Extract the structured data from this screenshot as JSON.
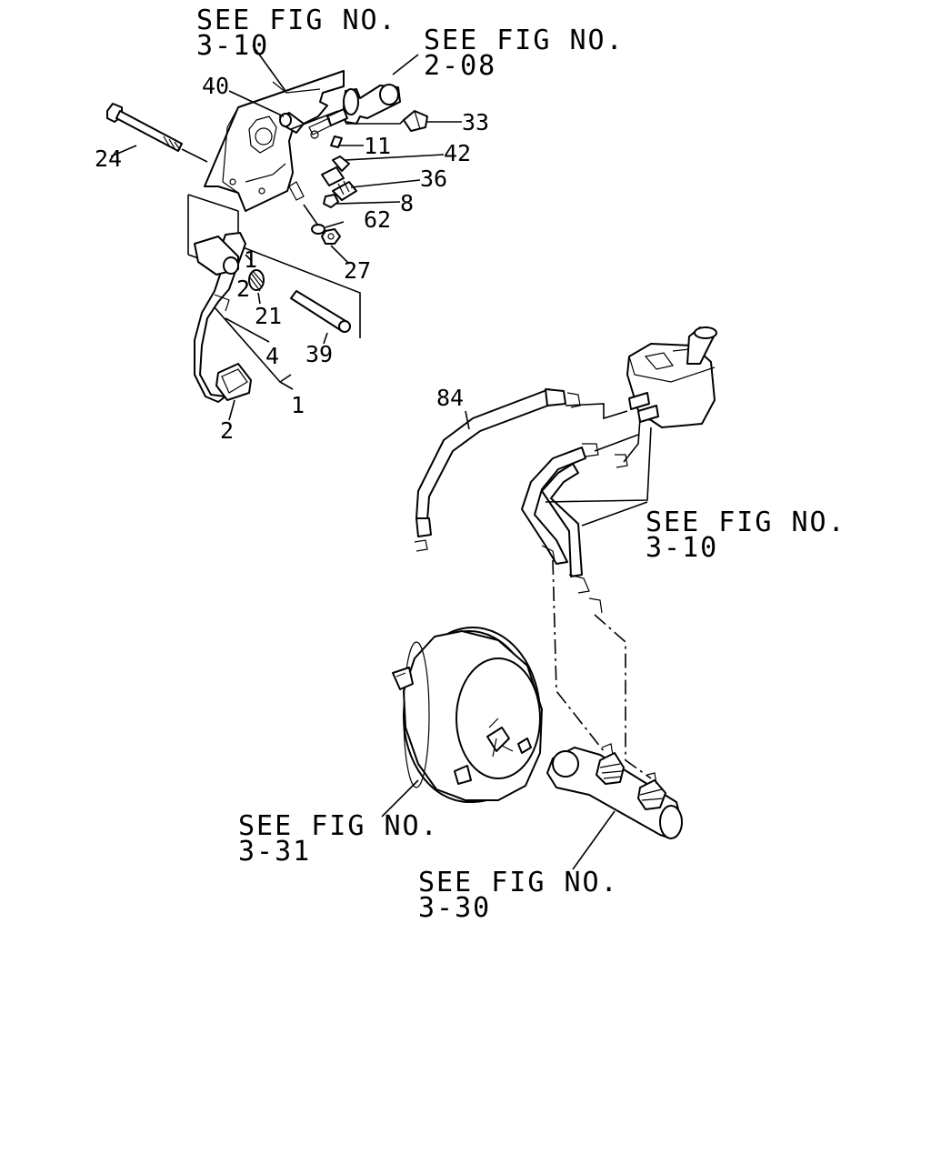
{
  "part_labels": {
    "p40": "40",
    "p33": "33",
    "p11": "11",
    "p42": "42",
    "p36": "36",
    "p8": "8",
    "p62": "62",
    "p27": "27",
    "p24": "24",
    "p1a": "1",
    "p2a": "2",
    "p21": "21",
    "p4": "4",
    "p39": "39",
    "p1b": "1",
    "p2b": "2",
    "p84": "84"
  },
  "references": {
    "fig_3_10_top": [
      "SEE FIG NO.",
      "3-10"
    ],
    "fig_2_08": [
      "SEE FIG NO.",
      "2-08"
    ],
    "fig_3_10_right": [
      "SEE FIG NO.",
      "3-10"
    ],
    "fig_3_31": [
      "SEE FIG NO.",
      "3-31"
    ],
    "fig_3_30": [
      "SEE FIG NO.",
      "3-30"
    ]
  }
}
